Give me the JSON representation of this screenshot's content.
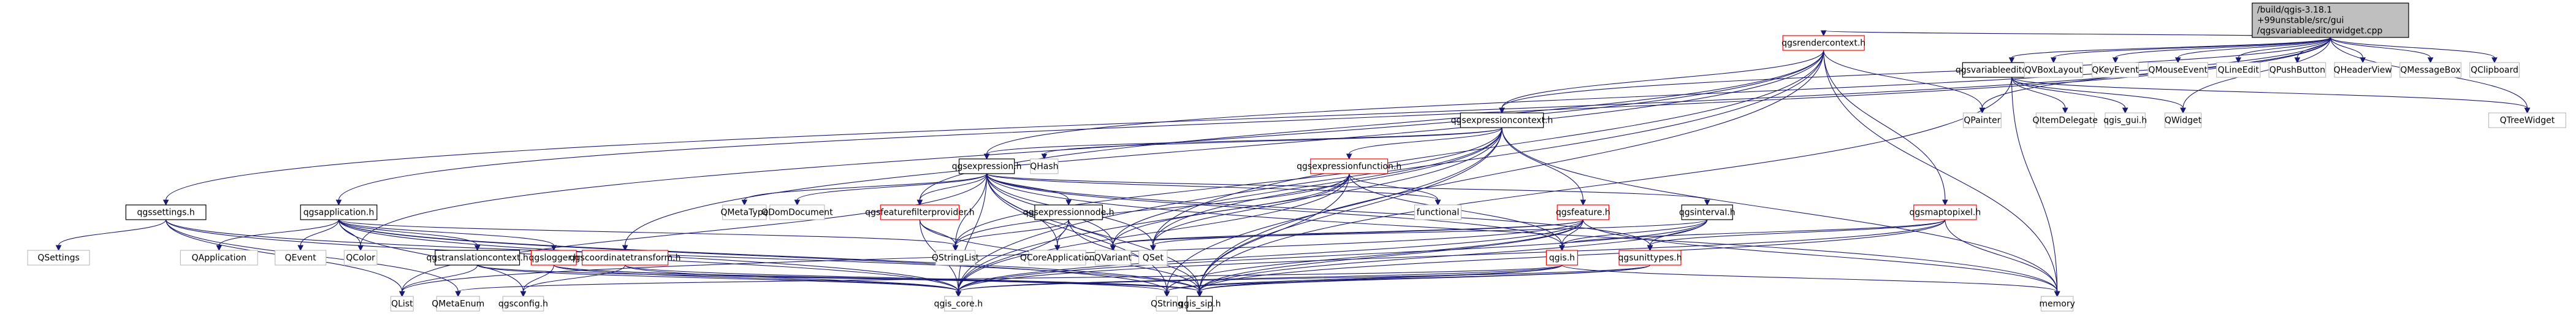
{
  "title": "Include dependency graph for qgsvariableeditorwidget.cpp",
  "colors": {
    "edge": "#191970",
    "root_fill": "#bfbfbf",
    "documented_border": "#000000",
    "undocumented_border": "#ff0000",
    "external_border": "#bfbfbf"
  },
  "nodes": [
    {
      "id": "root",
      "kind": "root",
      "lines": [
        "/build/qgis-3.18.1",
        "+99unstable/src/gui",
        "/qgsvariableeditorwidget.cpp"
      ]
    },
    {
      "id": "qgsrendercontext",
      "kind": "docred",
      "lines": [
        "qgsrendercontext.h"
      ]
    },
    {
      "id": "qgsvariableeditorwidget",
      "kind": "doc",
      "lines": [
        "qgsvariableeditorwidget.h"
      ]
    },
    {
      "id": "QVBoxLayout",
      "kind": "ext",
      "lines": [
        "QVBoxLayout"
      ]
    },
    {
      "id": "QKeyEvent",
      "kind": "ext",
      "lines": [
        "QKeyEvent"
      ]
    },
    {
      "id": "QMouseEvent",
      "kind": "ext",
      "lines": [
        "QMouseEvent"
      ]
    },
    {
      "id": "QLineEdit",
      "kind": "ext",
      "lines": [
        "QLineEdit"
      ]
    },
    {
      "id": "QPushButton",
      "kind": "ext",
      "lines": [
        "QPushButton"
      ]
    },
    {
      "id": "QHeaderView",
      "kind": "ext",
      "lines": [
        "QHeaderView"
      ]
    },
    {
      "id": "QMessageBox",
      "kind": "ext",
      "lines": [
        "QMessageBox"
      ]
    },
    {
      "id": "QClipboard",
      "kind": "ext",
      "lines": [
        "QClipboard"
      ]
    },
    {
      "id": "qgsexpressioncontext",
      "kind": "doc",
      "lines": [
        "qgsexpressioncontext.h"
      ]
    },
    {
      "id": "QPainter",
      "kind": "ext",
      "lines": [
        "QPainter"
      ]
    },
    {
      "id": "QItemDelegate",
      "kind": "ext",
      "lines": [
        "QItemDelegate"
      ]
    },
    {
      "id": "qgis_gui",
      "kind": "ext",
      "lines": [
        "qgis_gui.h"
      ]
    },
    {
      "id": "QWidget",
      "kind": "ext",
      "lines": [
        "QWidget"
      ]
    },
    {
      "id": "QTreeWidget",
      "kind": "ext",
      "lines": [
        "QTreeWidget"
      ]
    },
    {
      "id": "qgssettings",
      "kind": "doc",
      "lines": [
        "qgssettings.h"
      ]
    },
    {
      "id": "qgsapplication",
      "kind": "doc",
      "lines": [
        "qgsapplication.h"
      ]
    },
    {
      "id": "qgsexpression",
      "kind": "doc",
      "lines": [
        "qgsexpression.h"
      ]
    },
    {
      "id": "QHash",
      "kind": "ext",
      "lines": [
        "QHash"
      ]
    },
    {
      "id": "qgsexpressionfunction",
      "kind": "docred",
      "lines": [
        "qgsexpressionfunction.h"
      ]
    },
    {
      "id": "qgsmaptopixel",
      "kind": "docred",
      "lines": [
        "qgsmaptopixel.h"
      ]
    },
    {
      "id": "QMetaType",
      "kind": "ext",
      "lines": [
        "QMetaType"
      ]
    },
    {
      "id": "QDomDocument",
      "kind": "ext",
      "lines": [
        "QDomDocument"
      ]
    },
    {
      "id": "qgsfeaturefilterprovider",
      "kind": "docred",
      "lines": [
        "qgsfeaturefilterprovider.h"
      ]
    },
    {
      "id": "qgsexpressionnode",
      "kind": "doc",
      "lines": [
        "qgsexpressionnode.h"
      ]
    },
    {
      "id": "functional",
      "kind": "ext",
      "lines": [
        "functional"
      ]
    },
    {
      "id": "qgsfeature",
      "kind": "docred",
      "lines": [
        "qgsfeature.h"
      ]
    },
    {
      "id": "qgsinterval",
      "kind": "doc",
      "lines": [
        "qgsinterval.h"
      ]
    },
    {
      "id": "QSettings",
      "kind": "ext",
      "lines": [
        "QSettings"
      ]
    },
    {
      "id": "QApplication",
      "kind": "ext",
      "lines": [
        "QApplication"
      ]
    },
    {
      "id": "QEvent",
      "kind": "ext",
      "lines": [
        "QEvent"
      ]
    },
    {
      "id": "QColor",
      "kind": "ext",
      "lines": [
        "QColor"
      ]
    },
    {
      "id": "qgstranslationcontext",
      "kind": "doc",
      "lines": [
        "qgstranslationcontext.h"
      ]
    },
    {
      "id": "qgslogger",
      "kind": "docred",
      "lines": [
        "qgslogger.h"
      ]
    },
    {
      "id": "qgscoordinatetransform",
      "kind": "docred",
      "lines": [
        "qgscoordinatetransform.h"
      ]
    },
    {
      "id": "QStringList",
      "kind": "ext",
      "lines": [
        "QStringList"
      ]
    },
    {
      "id": "QCoreApplication",
      "kind": "ext",
      "lines": [
        "QCoreApplication"
      ]
    },
    {
      "id": "QVariant",
      "kind": "ext",
      "lines": [
        "QVariant"
      ]
    },
    {
      "id": "QSet",
      "kind": "ext",
      "lines": [
        "QSet"
      ]
    },
    {
      "id": "qgis",
      "kind": "docred",
      "lines": [
        "qgis.h"
      ]
    },
    {
      "id": "qgsunittypes",
      "kind": "docred",
      "lines": [
        "qgsunittypes.h"
      ]
    },
    {
      "id": "QList",
      "kind": "ext",
      "lines": [
        "QList"
      ]
    },
    {
      "id": "QMetaEnum",
      "kind": "ext",
      "lines": [
        "QMetaEnum"
      ]
    },
    {
      "id": "qgsconfig",
      "kind": "ext",
      "lines": [
        "qgsconfig.h"
      ]
    },
    {
      "id": "qgis_core",
      "kind": "ext",
      "lines": [
        "qgis_core.h"
      ]
    },
    {
      "id": "QString",
      "kind": "ext",
      "lines": [
        "QString"
      ]
    },
    {
      "id": "qgis_sip",
      "kind": "doc",
      "lines": [
        "qgis_sip.h"
      ]
    },
    {
      "id": "memory",
      "kind": "ext",
      "lines": [
        "memory"
      ]
    }
  ],
  "edges": [
    [
      "root",
      "qgsrendercontext"
    ],
    [
      "root",
      "qgsvariableeditorwidget"
    ],
    [
      "root",
      "QVBoxLayout"
    ],
    [
      "root",
      "QKeyEvent"
    ],
    [
      "root",
      "QMouseEvent"
    ],
    [
      "root",
      "QLineEdit"
    ],
    [
      "root",
      "QPushButton"
    ],
    [
      "root",
      "QHeaderView"
    ],
    [
      "root",
      "QMessageBox"
    ],
    [
      "root",
      "QClipboard"
    ],
    [
      "root",
      "qgsexpressioncontext"
    ],
    [
      "root",
      "QPainter"
    ],
    [
      "root",
      "QWidget"
    ],
    [
      "root",
      "QTreeWidget"
    ],
    [
      "root",
      "qgssettings"
    ],
    [
      "root",
      "qgsapplication"
    ],
    [
      "root",
      "qgsexpression"
    ],
    [
      "qgsrendercontext",
      "qgsexpressioncontext"
    ],
    [
      "qgsrendercontext",
      "QPainter"
    ],
    [
      "qgsrendercontext",
      "qgsmaptopixel"
    ],
    [
      "qgsrendercontext",
      "QColor"
    ],
    [
      "qgsrendercontext",
      "qgis_core"
    ],
    [
      "qgsrendercontext",
      "qgis_sip"
    ],
    [
      "qgsrendercontext",
      "memory"
    ],
    [
      "qgsrendercontext",
      "qgsfeaturefilterprovider"
    ],
    [
      "qgsrendercontext",
      "qgscoordinatetransform"
    ],
    [
      "qgsrendercontext",
      "QSet"
    ],
    [
      "qgsvariableeditorwidget",
      "QItemDelegate"
    ],
    [
      "qgsvariableeditorwidget",
      "qgis_gui"
    ],
    [
      "qgsvariableeditorwidget",
      "QWidget"
    ],
    [
      "qgsvariableeditorwidget",
      "QTreeWidget"
    ],
    [
      "qgsvariableeditorwidget",
      "qgis_sip"
    ],
    [
      "qgsvariableeditorwidget",
      "memory"
    ],
    [
      "qgsexpressioncontext",
      "qgsexpression"
    ],
    [
      "qgsexpressioncontext",
      "QHash"
    ],
    [
      "qgsexpressioncontext",
      "qgsexpressionfunction"
    ],
    [
      "qgsexpressioncontext",
      "qgsfeature"
    ],
    [
      "qgsexpressioncontext",
      "QStringList"
    ],
    [
      "qgsexpressioncontext",
      "QVariant"
    ],
    [
      "qgsexpressioncontext",
      "QSet"
    ],
    [
      "qgsexpressioncontext",
      "qgis_core"
    ],
    [
      "qgsexpressioncontext",
      "qgis_sip"
    ],
    [
      "qgsexpressioncontext",
      "memory"
    ],
    [
      "qgsexpressioncontext",
      "QString"
    ],
    [
      "qgsexpression",
      "QMetaType"
    ],
    [
      "qgsexpression",
      "QDomDocument"
    ],
    [
      "qgsexpression",
      "qgsfeaturefilterprovider"
    ],
    [
      "qgsexpression",
      "qgsexpressionnode"
    ],
    [
      "qgsexpression",
      "functional"
    ],
    [
      "qgsexpression",
      "qgsinterval"
    ],
    [
      "qgsexpression",
      "QStringList"
    ],
    [
      "qgsexpression",
      "QCoreApplication"
    ],
    [
      "qgsexpression",
      "QVariant"
    ],
    [
      "qgsexpression",
      "QSet"
    ],
    [
      "qgsexpression",
      "qgis"
    ],
    [
      "qgsexpression",
      "qgsunittypes"
    ],
    [
      "qgsexpression",
      "QList"
    ],
    [
      "qgsexpression",
      "qgis_core"
    ],
    [
      "qgsexpression",
      "qgis_sip"
    ],
    [
      "qgsexpression",
      "QString"
    ],
    [
      "qgsexpression",
      "memory"
    ],
    [
      "qgsexpressionfunction",
      "functional"
    ],
    [
      "qgsexpressionfunction",
      "QVariant"
    ],
    [
      "qgsexpressionfunction",
      "QSet"
    ],
    [
      "qgsexpressionfunction",
      "qgis"
    ],
    [
      "qgsexpressionfunction",
      "qgis_core"
    ],
    [
      "qgsexpressionfunction",
      "qgis_sip"
    ],
    [
      "qgsexpressionfunction",
      "QStringList"
    ],
    [
      "qgsexpressionnode",
      "QCoreApplication"
    ],
    [
      "qgsexpressionnode",
      "QVariant"
    ],
    [
      "qgsexpressionnode",
      "qgis_core"
    ],
    [
      "qgsexpressionnode",
      "qgis_sip"
    ],
    [
      "qgsexpressionnode",
      "QStringList"
    ],
    [
      "qgsfeaturefilterprovider",
      "QStringList"
    ],
    [
      "qgsfeaturefilterprovider",
      "qgis_core"
    ],
    [
      "qgsfeaturefilterprovider",
      "qgis_sip"
    ],
    [
      "qgsfeature",
      "QVariant"
    ],
    [
      "qgsfeature",
      "QSet"
    ],
    [
      "qgsfeature",
      "qgis"
    ],
    [
      "qgsfeature",
      "qgis_core"
    ],
    [
      "qgsfeature",
      "qgis_sip"
    ],
    [
      "qgsfeature",
      "QString"
    ],
    [
      "qgsfeature",
      "QList"
    ],
    [
      "qgsfeature",
      "memory"
    ],
    [
      "qgsinterval",
      "QVariant"
    ],
    [
      "qgsinterval",
      "qgis"
    ],
    [
      "qgsinterval",
      "qgsunittypes"
    ],
    [
      "qgsinterval",
      "qgis_core"
    ],
    [
      "qgsinterval",
      "qgis_sip"
    ],
    [
      "qgsmaptopixel",
      "qgis"
    ],
    [
      "qgsmaptopixel",
      "qgsunittypes"
    ],
    [
      "qgsmaptopixel",
      "qgis_core"
    ],
    [
      "qgsmaptopixel",
      "qgis_sip"
    ],
    [
      "qgsmaptopixel",
      "memory"
    ],
    [
      "qgssettings",
      "QSettings"
    ],
    [
      "qgssettings",
      "QMetaEnum"
    ],
    [
      "qgssettings",
      "qgis_core"
    ],
    [
      "qgssettings",
      "QList"
    ],
    [
      "qgssettings",
      "qgis_sip"
    ],
    [
      "qgsapplication",
      "QApplication"
    ],
    [
      "qgsapplication",
      "QEvent"
    ],
    [
      "qgsapplication",
      "QColor"
    ],
    [
      "qgsapplication",
      "qgstranslationcontext"
    ],
    [
      "qgsapplication",
      "qgslogger"
    ],
    [
      "qgsapplication",
      "qgis_core"
    ],
    [
      "qgsapplication",
      "qgis_sip"
    ],
    [
      "qgsapplication",
      "QStringList"
    ],
    [
      "qgsapplication",
      "qgsconfig"
    ],
    [
      "qgsapplication",
      "QString"
    ],
    [
      "qgstranslationcontext",
      "QList"
    ],
    [
      "qgstranslationcontext",
      "qgis_core"
    ],
    [
      "qgstranslationcontext",
      "qgis_sip"
    ],
    [
      "qgslogger",
      "qgsconfig"
    ],
    [
      "qgslogger",
      "qgis_core"
    ],
    [
      "qgslogger",
      "qgis_sip"
    ],
    [
      "qgslogger",
      "QString"
    ],
    [
      "qgscoordinatetransform",
      "qgsconfig"
    ],
    [
      "qgscoordinatetransform",
      "qgis_core"
    ],
    [
      "qgscoordinatetransform",
      "qgis_sip"
    ],
    [
      "qgis",
      "qgis_core"
    ],
    [
      "qgis",
      "qgis_sip"
    ],
    [
      "qgis",
      "QString"
    ],
    [
      "qgis",
      "QMetaEnum"
    ],
    [
      "qgis",
      "memory"
    ],
    [
      "qgsunittypes",
      "qgis_core"
    ],
    [
      "qgsunittypes",
      "qgis_sip"
    ],
    [
      "qgsunittypes",
      "QString"
    ]
  ]
}
